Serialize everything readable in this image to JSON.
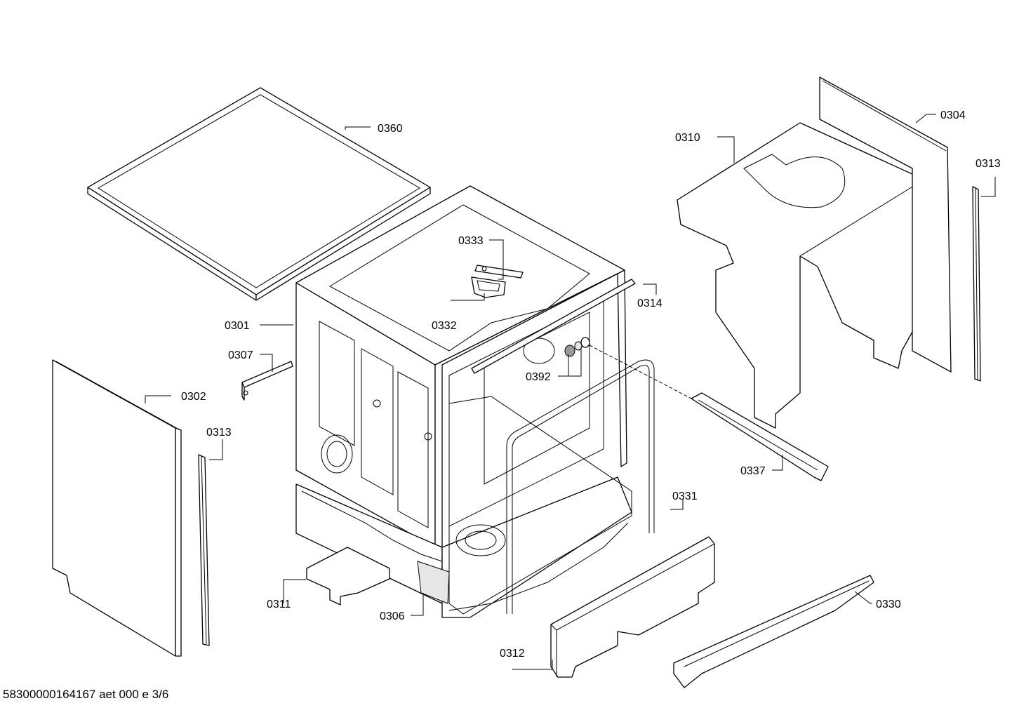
{
  "document": {
    "reference": "58300000164167 aet 000 e 3/6"
  },
  "parts": [
    {
      "id": "0360",
      "description": ""
    },
    {
      "id": "0304",
      "description": ""
    },
    {
      "id": "0310",
      "description": ""
    },
    {
      "id": "0313",
      "description": ""
    },
    {
      "id": "0333",
      "description": ""
    },
    {
      "id": "0332",
      "description": ""
    },
    {
      "id": "0314",
      "description": ""
    },
    {
      "id": "0301",
      "description": ""
    },
    {
      "id": "0307",
      "description": ""
    },
    {
      "id": "0392",
      "description": ""
    },
    {
      "id": "0302",
      "description": ""
    },
    {
      "id": "0313b",
      "description": ""
    },
    {
      "id": "0337",
      "description": ""
    },
    {
      "id": "0331",
      "description": ""
    },
    {
      "id": "0311",
      "description": ""
    },
    {
      "id": "0306",
      "description": ""
    },
    {
      "id": "0330",
      "description": ""
    },
    {
      "id": "0312",
      "description": ""
    }
  ],
  "labels": {
    "p0360": "0360",
    "p0304": "0304",
    "p0310": "0310",
    "p0313_right": "0313",
    "p0333": "0333",
    "p0332": "0332",
    "p0314": "0314",
    "p0301": "0301",
    "p0307": "0307",
    "p0392": "0392",
    "p0302": "0302",
    "p0313_left": "0313",
    "p0337": "0337",
    "p0331": "0331",
    "p0311": "0311",
    "p0306": "0306",
    "p0330": "0330",
    "p0312": "0312"
  }
}
